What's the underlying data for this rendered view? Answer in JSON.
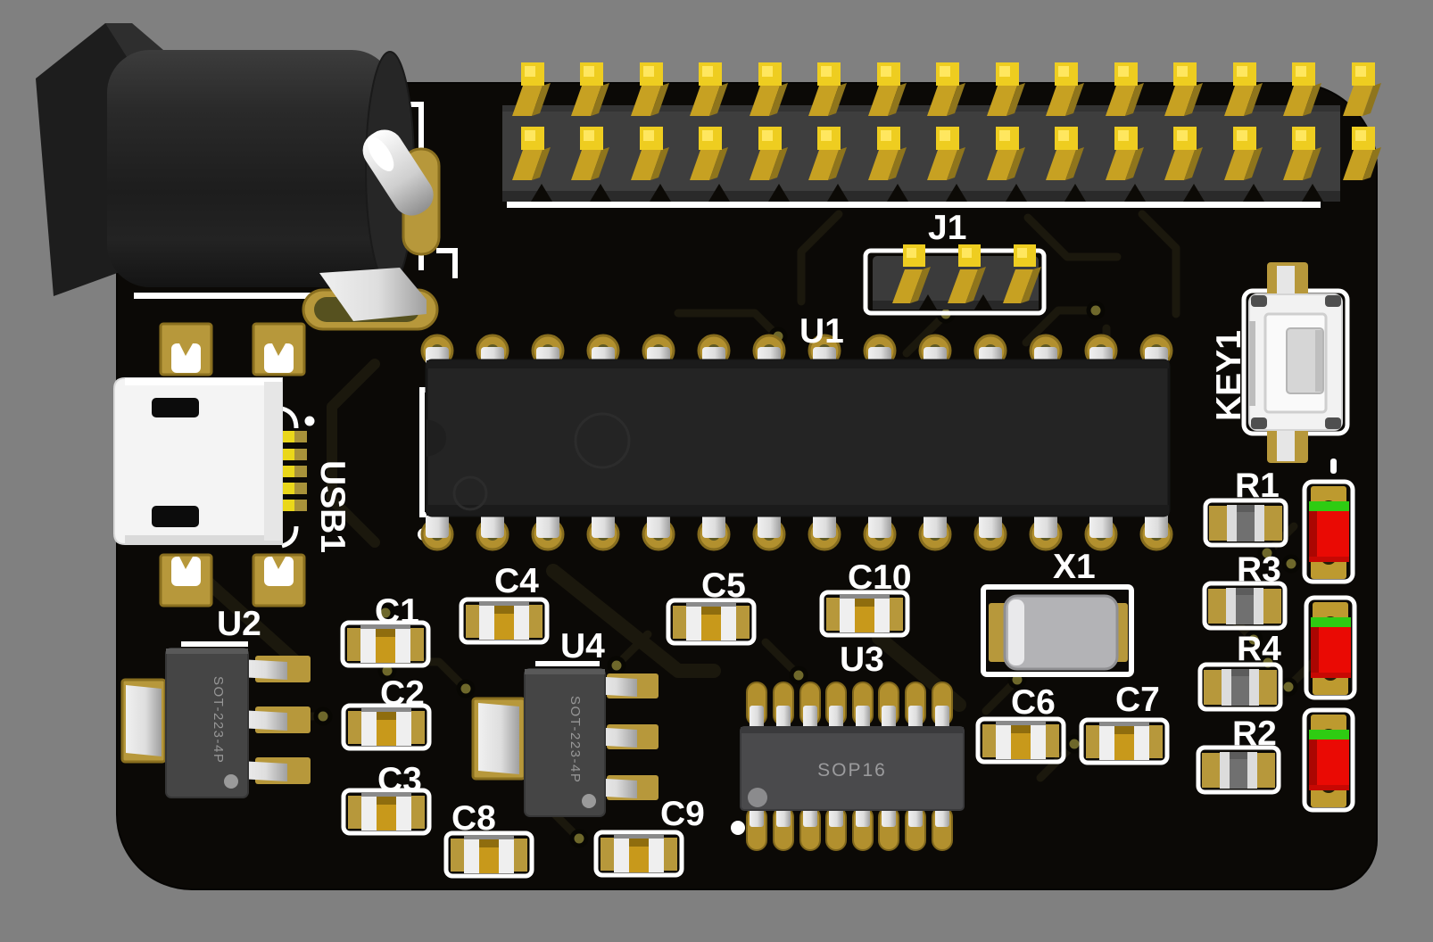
{
  "scene": {
    "description": "3D rendered top view of a black PCB on gray background",
    "background_color": "#808080",
    "board_color": "#0b0906",
    "silkscreen_color": "#ffffff",
    "pad_gold_color": "#b7983b",
    "pin_gold_color": "#eecd20",
    "led_red_color": "#ea0a04",
    "led_green_stripe_color": "#2ecc12",
    "chip_body_color": "#242424",
    "crystal_silver_color": "#b3b3b6"
  },
  "labels": {
    "u1": "U1",
    "u2": "U2",
    "u3": "U3",
    "u4": "U4",
    "x1": "X1",
    "j1": "J1",
    "key1": "KEY1",
    "usb1": "USB1"
  },
  "capacitors": [
    {
      "label": "C1"
    },
    {
      "label": "C2"
    },
    {
      "label": "C3"
    },
    {
      "label": "C4"
    },
    {
      "label": "C5"
    },
    {
      "label": "C6"
    },
    {
      "label": "C7"
    },
    {
      "label": "C8"
    },
    {
      "label": "C9"
    },
    {
      "label": "C10"
    }
  ],
  "resistors": [
    {
      "label": "R1"
    },
    {
      "label": "R3"
    },
    {
      "label": "R4"
    },
    {
      "label": "R2"
    }
  ],
  "package_markings": {
    "u2": "SOT-223-4P",
    "u4": "SOT-223-4P",
    "u3": "SOP16"
  },
  "connectors": {
    "main_header_rows": 2,
    "main_header_pins_per_row": 15,
    "j1_pin_count": 3,
    "u1_pad_count": 28,
    "u3_pad_count": 16,
    "usb_pin_count": 5,
    "led_count": 3
  }
}
